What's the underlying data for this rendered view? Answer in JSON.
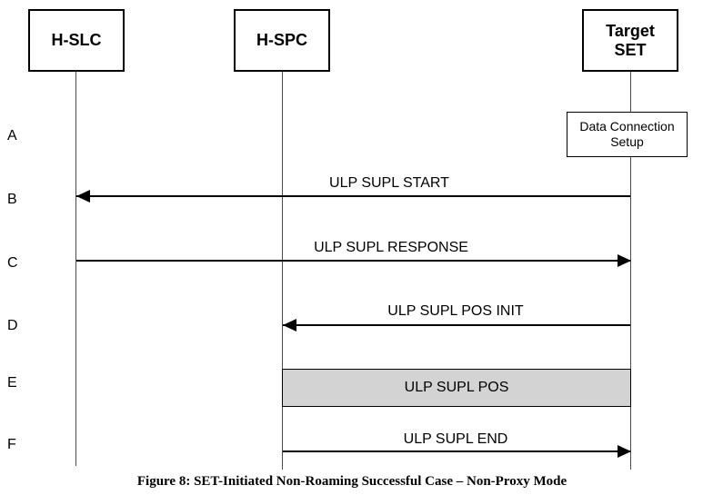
{
  "actors": {
    "h_slc": "H-SLC",
    "h_spc": "H-SPC",
    "target_set": "Target\nSET"
  },
  "row_labels": {
    "a": "A",
    "b": "B",
    "c": "C",
    "d": "D",
    "e": "E",
    "f": "F"
  },
  "messages": {
    "data_connection_setup": "Data Connection\nSetup",
    "supl_start": "ULP SUPL START",
    "supl_response": "ULP SUPL RESPONSE",
    "supl_pos_init": "ULP SUPL POS INIT",
    "supl_pos": "ULP SUPL POS",
    "supl_end": "ULP SUPL END"
  },
  "caption": "Figure 8: SET-Initiated Non-Roaming Successful Case – Non-Proxy Mode",
  "colors": {
    "pos_box_fill": "#d3d3d3",
    "line": "#000000",
    "background": "#ffffff"
  }
}
